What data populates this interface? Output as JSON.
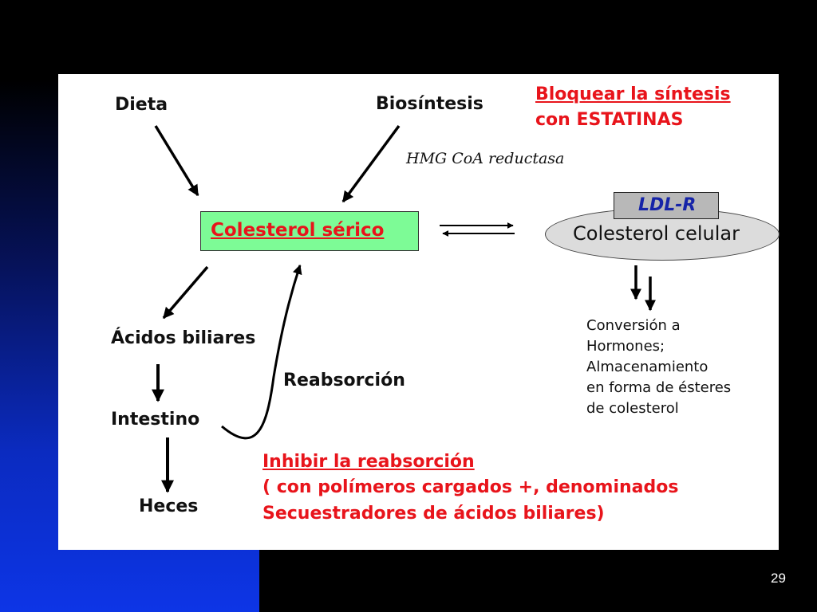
{
  "slide": {
    "number": "29"
  },
  "diagram": {
    "dieta": "Dieta",
    "biosintesis": "Biosíntesis",
    "hmg": "HMG CoA reductasa",
    "block_line1": "Bloquear la síntesis",
    "block_line2": "con ESTATINAS",
    "serico": "Colesterol sérico",
    "ldlr": "LDL-R",
    "celular": "Colesterol celular",
    "conversion": [
      "Conversión a",
      "Hormones;",
      "Almacenamiento",
      "en forma de ésteres",
      "de colesterol"
    ],
    "acidos": "Ácidos biliares",
    "intestino": "Intestino",
    "heces": "Heces",
    "reabsorcion": "Reabsorción",
    "inhibit_line1": "Inhibir la reabsorción",
    "inhibit_line2": "( con polímeros cargados +, denominados",
    "inhibit_line3": "Secuestradores de ácidos biliares)"
  },
  "colors": {
    "text_red": "#e8141b",
    "box_green": "#7dfb96",
    "ellipse_gray": "#dcdcdc",
    "ldlr_gray": "#b8b8b8",
    "ldlr_text": "#1624a8",
    "slide_blue": "#0d35e6"
  }
}
